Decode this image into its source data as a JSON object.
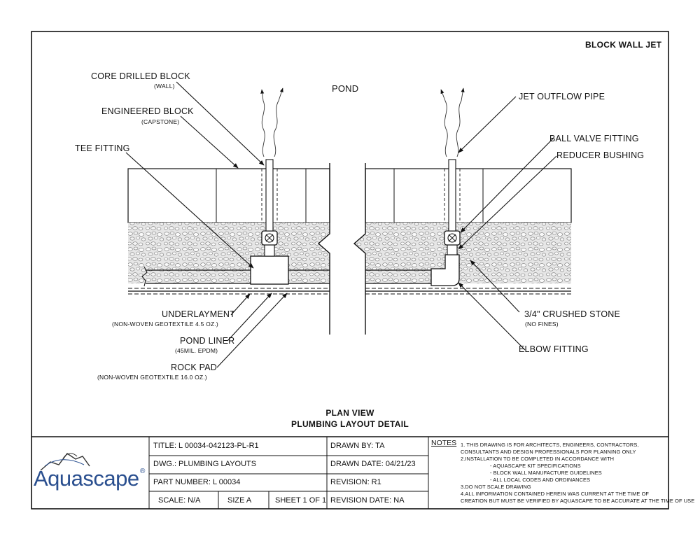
{
  "sheet_title": "BLOCK WALL JET",
  "pond_label": "POND",
  "labels": {
    "core_drilled_block": "CORE DRILLED BLOCK",
    "core_drilled_block_sub": "(WALL)",
    "engineered_block": "ENGINEERED BLOCK",
    "engineered_block_sub": "(CAPSTONE)",
    "tee_fitting": "TEE FITTING",
    "jet_outflow_pipe": "JET OUTFLOW PIPE",
    "ball_valve_fitting": "BALL VALVE FITTING",
    "reducer_bushing": "REDUCER BUSHING",
    "underlayment": "UNDERLAYMENT",
    "underlayment_sub": "(NON-WOVEN GEOTEXTILE 4.5 OZ.)",
    "pond_liner": "POND LINER",
    "pond_liner_sub": "(45MIL. EPDM)",
    "rock_pad": "ROCK PAD",
    "rock_pad_sub": "(NON-WOVEN GEOTEXTILE 16.0 OZ.)",
    "crushed_stone": "3/4\" CRUSHED STONE",
    "crushed_stone_sub": "(NO FINES)",
    "elbow_fitting": "ELBOW FITTING"
  },
  "view_title": "PLAN VIEW",
  "view_subtitle": "PLUMBING LAYOUT DETAIL",
  "title_block": {
    "logo_text": "Aquascape",
    "logo_mark": "®",
    "title": "TITLE:  L 00034-042123-PL-R1",
    "dwg": "DWG.: PLUMBING LAYOUTS",
    "part_number": "PART NUMBER:   L 00034",
    "scale": "SCALE: N/A",
    "size": "SIZE  A",
    "sheet": "SHEET 1 OF 1",
    "drawn_by": "DRAWN BY: TA",
    "drawn_date": "DRAWN DATE: 04/21/23",
    "revision": "REVISION:  R1",
    "revision_date": "REVISION DATE:  NA"
  },
  "notes": {
    "heading": "NOTES",
    "lines": [
      "1. THIS DRAWING IS FOR ARCHITECTS, ENGINEERS, CONTRACTORS,",
      "CONSULTANTS AND DESIGN PROFESSIONALS FOR PLANNING ONLY",
      "2.INSTALLATION TO BE COMPLETED IN ACCORDANCE WITH",
      "- AQUASCAPE KIT SPECIFICATIONS",
      "- BLOCK WALL MANUFACTURE GUIDELINES",
      "- ALL LOCAL CODES AND ORDINANCES",
      "3.DO NOT SCALE DRAWING",
      "4.ALL INFORMATION CONTAINED HEREIN WAS CURRENT AT THE TIME OF",
      "CREATION BUT MUST BE VERIFIED BY AQUASCAPE TO BE ACCURATE AT THE TIME OF USE"
    ]
  },
  "colors": {
    "ink": "#111111",
    "logo_blue": "#2a4f8f",
    "gravel": "#dcdcdc"
  }
}
